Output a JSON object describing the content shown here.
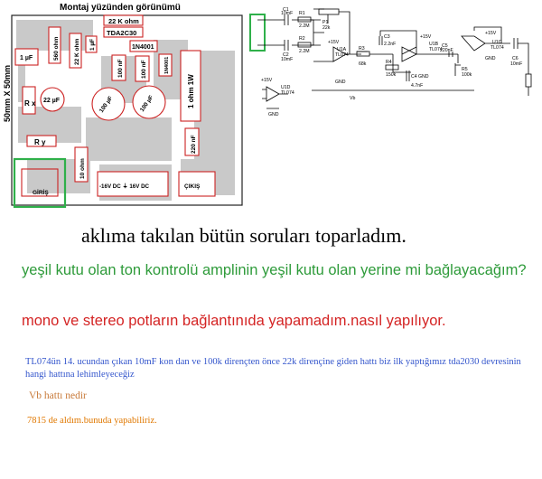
{
  "pcb": {
    "title": "Montaj yüzünden görünümü",
    "size_label": "50mm X 50mm",
    "labels": {
      "r22k_top": "22 K ohm",
      "ic": "TDA2C30",
      "c_1uf": "1 µF",
      "r_560": "560 ohm",
      "r_22k_side": "22 K ohm",
      "c_1uf_b": "1 µF",
      "d1": "1N4001",
      "d2": "1N4001",
      "c_100nf_a": "100 nF",
      "c_100nf_b": "100 nF",
      "r_1ohm": "1 ohm 1W",
      "rx": "R x",
      "c_22uf": "22 µF",
      "c_100uf_a": "100 µF",
      "c_100uf_b": "100 µF",
      "ry": "R y",
      "r_10ohm": "10 ohm",
      "c_220nf": "220 nF",
      "giris": "GİRİŞ",
      "power": "-16V DC   ⏚   16V DC",
      "cikis": "ÇIKIŞ"
    }
  },
  "schematic": {
    "labels": {
      "c1": "C1",
      "c1v": "10mF",
      "c2": "C2",
      "c2v": "10mF",
      "r1": "R1",
      "r1v": "2.2M",
      "r2": "R2",
      "r2v": "2.2M",
      "p1": "P1",
      "p1v": "22k",
      "u1a": "U1A",
      "tl": "TL074",
      "r3": "R3",
      "r3v": "68k",
      "c3": "C3",
      "c3v": "2.2nF",
      "u1b": "U1B",
      "r4": "R4",
      "r4v": "150k",
      "c4": "C4",
      "c4v": "4.7nF",
      "c5": "C5",
      "c5v": "220nF",
      "r5": "R5",
      "r5v": "100k",
      "u1c": "U1C",
      "c6": "C6",
      "c6v": "10mF",
      "u1d": "U1D",
      "gnd": "GND",
      "vcc": "+15V",
      "vb": "Vb"
    }
  },
  "post": {
    "heading": "aklıma takılan bütün soruları toparladım.",
    "q_green": "yeşil kutu olan ton kontrolü amplinin yeşil kutu olan yerine mi bağlayacağım?",
    "q_red": "mono ve stereo potların bağlantınıda yapamadım.nasıl yapılıyor.",
    "q_blue": "TL074ün 14. ucundan çıkan 10mF kon dan ve 100k dirençten önce 22k dirençine giden hattı biz ilk yaptığımız tda2030 devresinin hangi hattına lehimleyeceğiz",
    "q_vb": "Vb hattı nedir",
    "answer": "7815 de aldım.bunuda yapabiliriz."
  },
  "colors": {
    "green": "#2e9b3a",
    "red": "#d42424",
    "blue": "#3355cc",
    "brown": "#c87a3a",
    "orange": "#e07800",
    "component": "#cc2222"
  }
}
